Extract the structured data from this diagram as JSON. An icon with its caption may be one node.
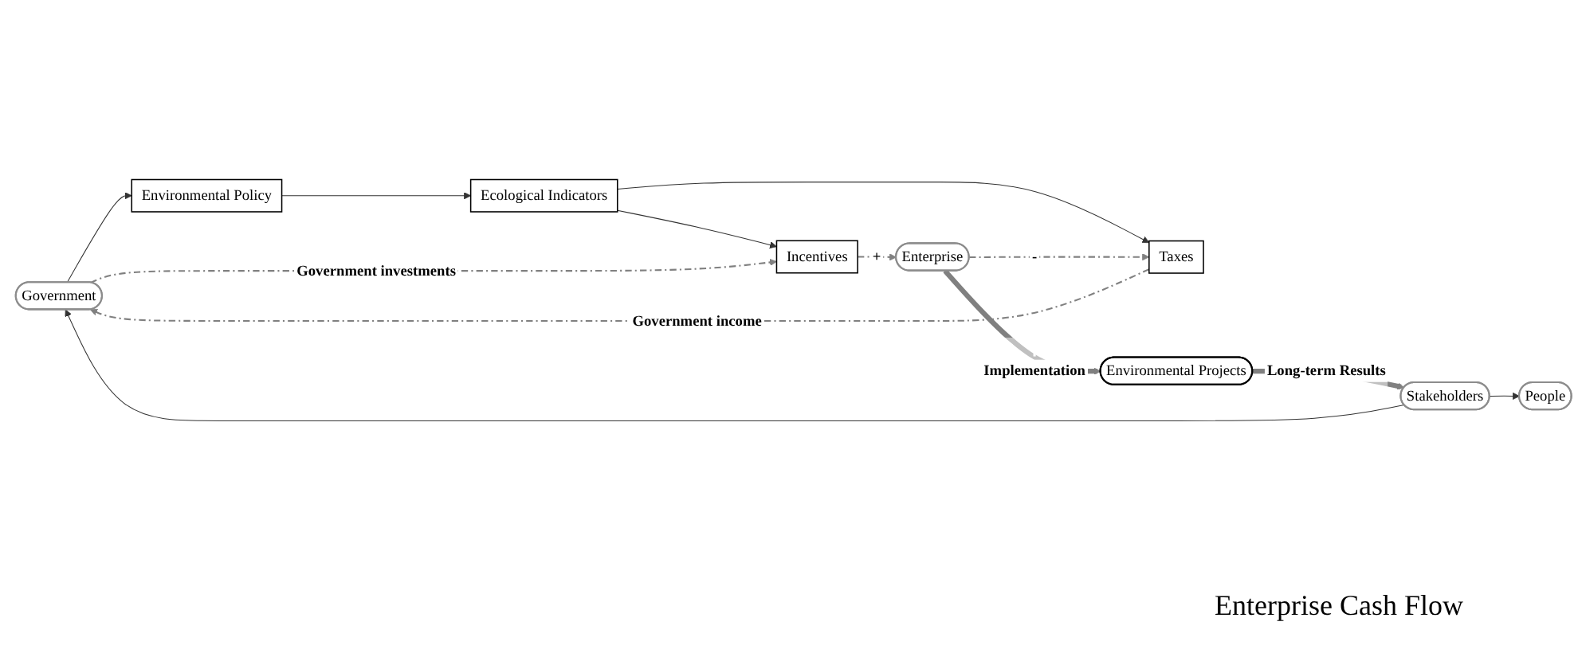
{
  "diagram": {
    "nodes": [
      {
        "text": [
          "Government"
        ]
      },
      {
        "text": [
          "Environmental Policy"
        ]
      },
      {
        "text": [
          "Ecological Indicators"
        ]
      },
      {
        "text": [
          "Incentives"
        ]
      },
      {
        "text": [
          "Taxes"
        ]
      },
      {
        "text": [
          "Stakeholders"
        ]
      },
      {
        "text": [
          "Environmental Projects"
        ]
      },
      {
        "text": [
          "People"
        ]
      },
      {
        "text": [
          "Enterprise"
        ]
      }
    ],
    "edges": [
      {
        "from": 4,
        "to": 0,
        "arrow": "to",
        "label": "Government income",
        "style": "dashed",
        "color": "#808080"
      },
      {
        "from": 0,
        "to": 1,
        "arrow": "to"
      },
      {
        "from": 1,
        "to": 2,
        "arrow": "to"
      },
      {
        "from": 2,
        "to": 3,
        "arrow": "to"
      },
      {
        "from": 2,
        "to": 4,
        "arrow": "to"
      },
      {
        "from": 0,
        "to": 3,
        "arrow": "to",
        "label": "Government investments",
        "style": "dashed",
        "color": "#808080"
      },
      {
        "from": 5,
        "to": 0,
        "arrow": "to"
      },
      {
        "from": 5,
        "to": 7,
        "arrow": "to"
      },
      {
        "from": 6,
        "to": 5,
        "arrow": "to",
        "label": "Long-term Results",
        "style": "thick",
        "color": "#808080"
      },
      {
        "from": 8,
        "to": 6,
        "arrow": "to",
        "label": "Implementation",
        "style": "thick",
        "color": "#808080"
      },
      {
        "from": 3,
        "to": 8,
        "arrow": "to",
        "label": "+",
        "style": "dashed",
        "color": "#808080"
      },
      {
        "from": 8,
        "to": 4,
        "arrow": "to",
        "label": "-",
        "style": "dashed",
        "color": "#808080"
      }
    ],
    "labels": [
      "Enterprise Cash Flow"
    ]
  }
}
